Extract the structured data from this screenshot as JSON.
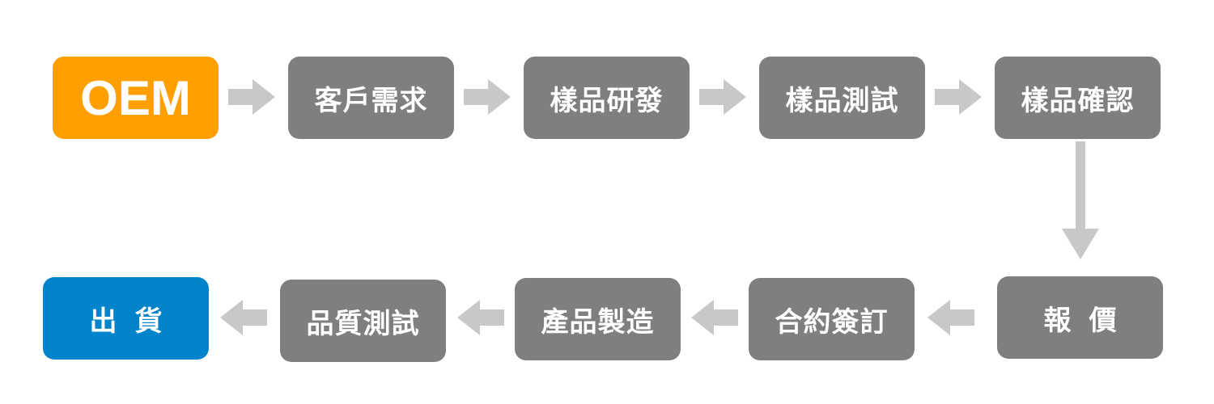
{
  "colors": {
    "start": "#ff9f00",
    "end": "#0284cc",
    "step": "#7f7f7f",
    "arrow": "#c8c8c8",
    "text": "#ffffff"
  },
  "flow": {
    "start": "OEM",
    "steps": [
      "客戶需求",
      "樣品研發",
      "樣品測試",
      "樣品確認",
      "報價",
      "合約簽訂",
      "產品製造",
      "品質測試"
    ],
    "end": "出貨"
  }
}
